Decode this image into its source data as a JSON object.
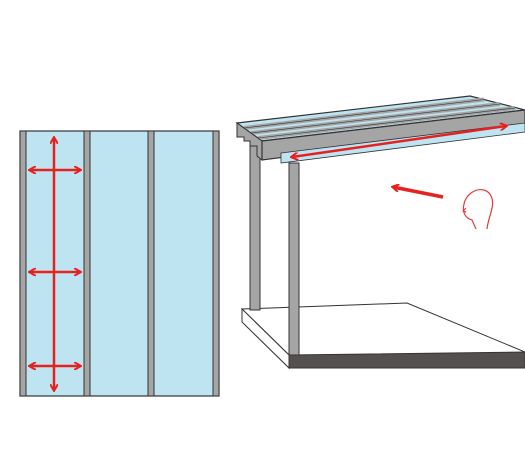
{
  "colors": {
    "panel_fill": "#bee4f1",
    "frame_gray": "#a5a5a5",
    "outline": "#333333",
    "arrow_red": "#e6211f",
    "floor_dark": "#545050",
    "background": "#ffffff",
    "head_outline": "#e23a3a"
  },
  "left_view": {
    "panel_count": 3,
    "measure_arrows": {
      "vertical": 1,
      "horizontal": 3
    }
  },
  "right_view": {
    "roof_panel_count": 3,
    "posts": 2,
    "indicators": [
      "length-arrow",
      "direction-arrow",
      "viewer-head-icon"
    ]
  }
}
